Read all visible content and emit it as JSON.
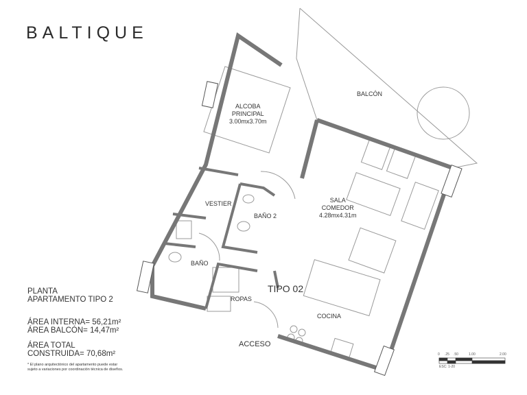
{
  "brand": "BALTIQUE",
  "rooms": {
    "balcon": "BALCÓN",
    "alcoba": [
      "ALCOBA",
      "PRINCIPAL",
      "3.00mx3.70m"
    ],
    "vestier": "VESTIER",
    "bano2": "BAÑO 2",
    "bano": "BAÑO",
    "ropas": "ROPAS",
    "sala": [
      "SALA",
      "COMEDOR",
      "4.28mx4.31m"
    ],
    "cocina": "COCINA",
    "acceso": "ACCESO",
    "tipo": "TIPO 02"
  },
  "info": {
    "planta": "PLANTA",
    "apartamento": "APARTAMENTO TIPO 2",
    "area_interna": "ÁREA INTERNA=  56,21m²",
    "area_balcon": "ÁREA BALCÓN= 14,47m²",
    "area_total_1": "ÁREA TOTAL",
    "area_total_2": "CONSTRUIDA=    70,68m²",
    "note_1": "* El plano arquitectónico del apartamento puede estar",
    "note_2": "sujeto a variaciones por coordinación técnica de diseños."
  },
  "scale": {
    "ticks": [
      "0",
      ".25",
      ".50",
      "1.00",
      "2.00"
    ],
    "label": "ESC: 1-20"
  }
}
